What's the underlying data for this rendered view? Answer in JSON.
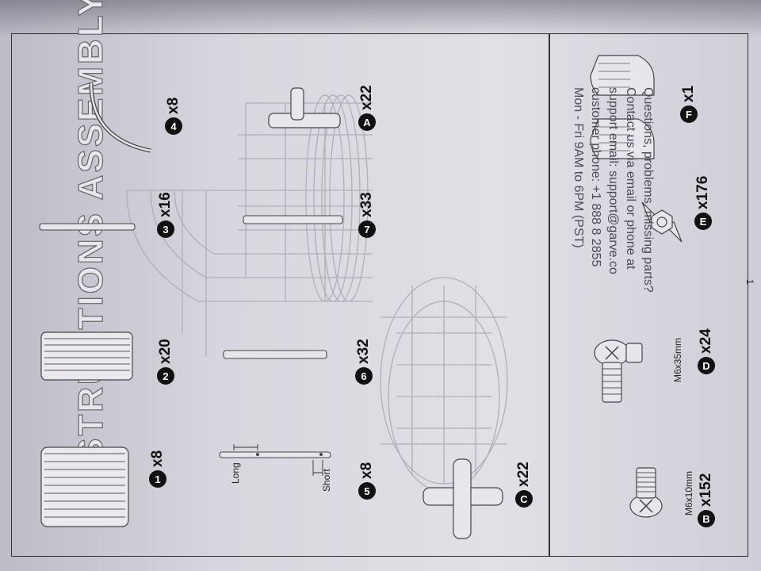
{
  "title": "INSTRUCTIONS ASSEMBLY",
  "parts": {
    "p1": {
      "badge": "1",
      "qty": "x8"
    },
    "p2": {
      "badge": "2",
      "qty": "x20"
    },
    "p3": {
      "badge": "3",
      "qty": "x16"
    },
    "p4": {
      "badge": "4",
      "qty": "x8"
    },
    "p5": {
      "badge": "5",
      "qty": "x8",
      "long": "Long",
      "short": "Short"
    },
    "p6": {
      "badge": "6",
      "qty": "x32"
    },
    "p7": {
      "badge": "7",
      "qty": "x33"
    },
    "pA": {
      "badge": "A",
      "qty": "x22"
    },
    "pC": {
      "badge": "C",
      "qty": "x22"
    },
    "pB": {
      "badge": "B",
      "qty": "x152",
      "size": "M6x10mm"
    },
    "pD": {
      "badge": "D",
      "qty": "x24",
      "size": "M6x35mm"
    },
    "pE": {
      "badge": "E",
      "qty": "x176"
    },
    "pF": {
      "badge": "F",
      "qty": "x1"
    }
  },
  "contact": {
    "line1": "Questions, problems, missing parts?",
    "line2": "Contact us via email or phone at",
    "line3": "support email: support@garve.co",
    "line4": "customer phone: +1 888 8 2855",
    "line5": "Mon - Fri 9AM to 6PM (PST)"
  },
  "page_number": "1",
  "colors": {
    "paper": "#e2e0e7",
    "ink": "#111111",
    "faint_ink": "#666666"
  }
}
